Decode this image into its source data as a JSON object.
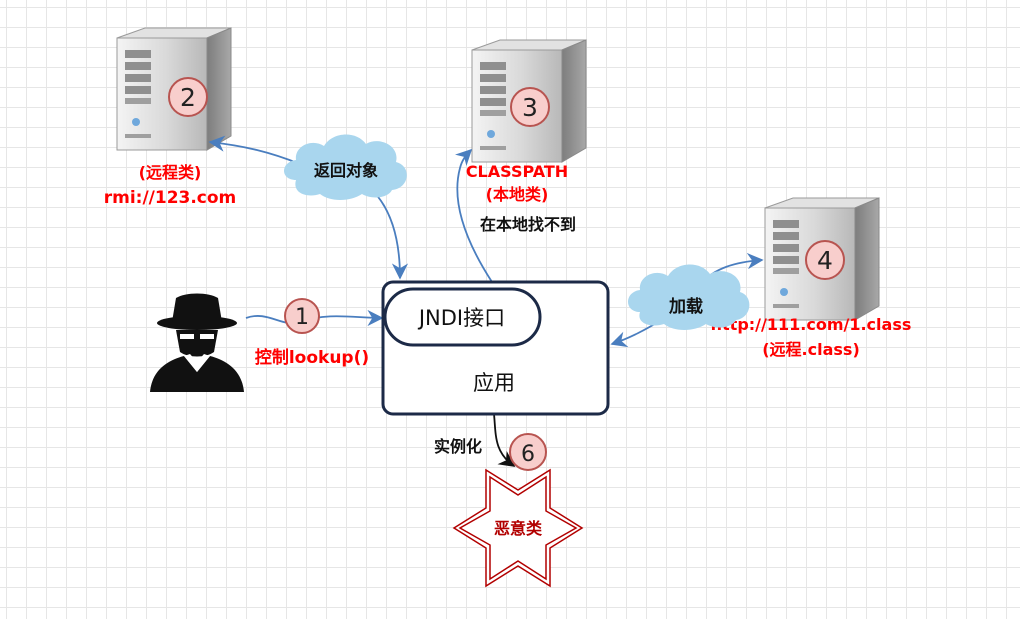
{
  "colors": {
    "remote_label": "#ff0000",
    "arrow": "#4a7ebf",
    "badge_fill": "#f8cecc",
    "badge_stroke": "#b85450",
    "cloud": "#a9d6ee",
    "box_stroke": "#1c2a47",
    "evil_stroke": "#b20000"
  },
  "server_2": {
    "badge": "2",
    "label_line1": "(远程类)",
    "label_line2": "rmi://123.com"
  },
  "server_3": {
    "badge": "3",
    "label_line1": "CLASSPATH",
    "label_line2": "(本地类)",
    "note": "在本地找不到"
  },
  "server_4": {
    "badge": "4",
    "label_line1": "http://111.com/1.class",
    "label_line2": "(远程.class)"
  },
  "cloud_return": {
    "text": "返回对象"
  },
  "cloud_load": {
    "text": "加载"
  },
  "attacker": {
    "badge": "1",
    "action": "控制lookup()"
  },
  "app": {
    "jndi_label": "JNDI接口",
    "app_label": "应用"
  },
  "instantiate": {
    "label": "实例化",
    "badge": "6"
  },
  "malicious": {
    "label": "恶意类"
  }
}
